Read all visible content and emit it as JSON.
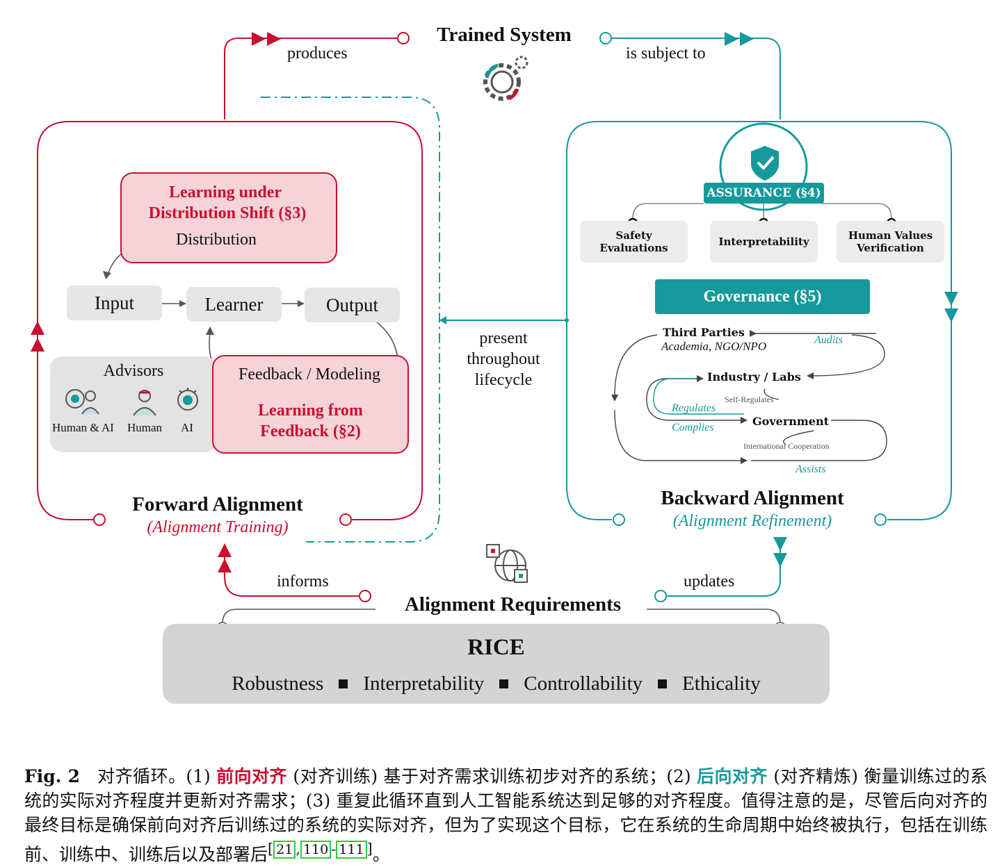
{
  "top": {
    "title": "Trained System",
    "produces": "produces",
    "is_subject_to": "is subject to"
  },
  "forward": {
    "title": "Forward Alignment",
    "subtitle": "(Alignment Training)",
    "ds_title_1": "Learning under",
    "ds_title_2": "Distribution Shift (§3)",
    "distribution": "Distribution",
    "input": "Input",
    "learner": "Learner",
    "output": "Output",
    "advisors": "Advisors",
    "adv_human_ai": "Human & AI",
    "adv_human": "Human",
    "adv_ai": "AI",
    "feedback_modeling": "Feedback / Modeling",
    "lf_title_1": "Learning from",
    "lf_title_2": "Feedback (§2)"
  },
  "middle": {
    "line1": "present",
    "line2": "throughout",
    "line3": "lifecycle"
  },
  "backward": {
    "title": "Backward Alignment",
    "subtitle": "(Alignment Refinement)",
    "assurance": "ASSURANCE (§4)",
    "safety_1": "Safety",
    "safety_2": "Evaluations",
    "interpretability": "Interpretability",
    "hv_1": "Human Values",
    "hv_2": "Verification",
    "governance": "Governance (§5)",
    "third_parties": "Third Parties",
    "academia": "Academia, NGO/NPO",
    "audits": "Audits",
    "industry": "Industry / Labs",
    "self_regulates": "Self-Regulates",
    "regulates": "Regulates",
    "complies": "Complies",
    "government": "Government",
    "intl_coop": "International Cooperation",
    "assists": "Assists"
  },
  "bottom": {
    "informs": "informs",
    "updates": "updates",
    "requirements": "Alignment Requirements",
    "rice": "RICE",
    "items": [
      "Robustness",
      "Interpretability",
      "Controllability",
      "Ethicality"
    ]
  },
  "caption": {
    "fig": "Fig. 2",
    "p1": "对齐循环。(1) ",
    "fwd": "前向对齐",
    "p2": " (对齐训练) 基于对齐需求训练初步对齐的系统；(2) ",
    "bwd": "后向对齐",
    "p3": " (对齐精炼) 衡量训练过的系统的实际对齐程度并更新对齐需求；(3) 重复此循环直到人工智能系统达到足够的对齐程度。值得注意的是，尽管后向对齐的最终目标是确保前向对齐后训练过的系统的实际对齐，但为了实现这个目标，它在系统的生命周期中始终被执行，包括在训练前、训练中、训练后以及部署后",
    "ref1": "21",
    "ref2": "110",
    "ref3": "111",
    "end": "。"
  },
  "colors": {
    "red": "#c8102e",
    "teal": "#16999b",
    "pink_fill": "#f6d3d8",
    "grey_fill": "#e6e6e6"
  }
}
